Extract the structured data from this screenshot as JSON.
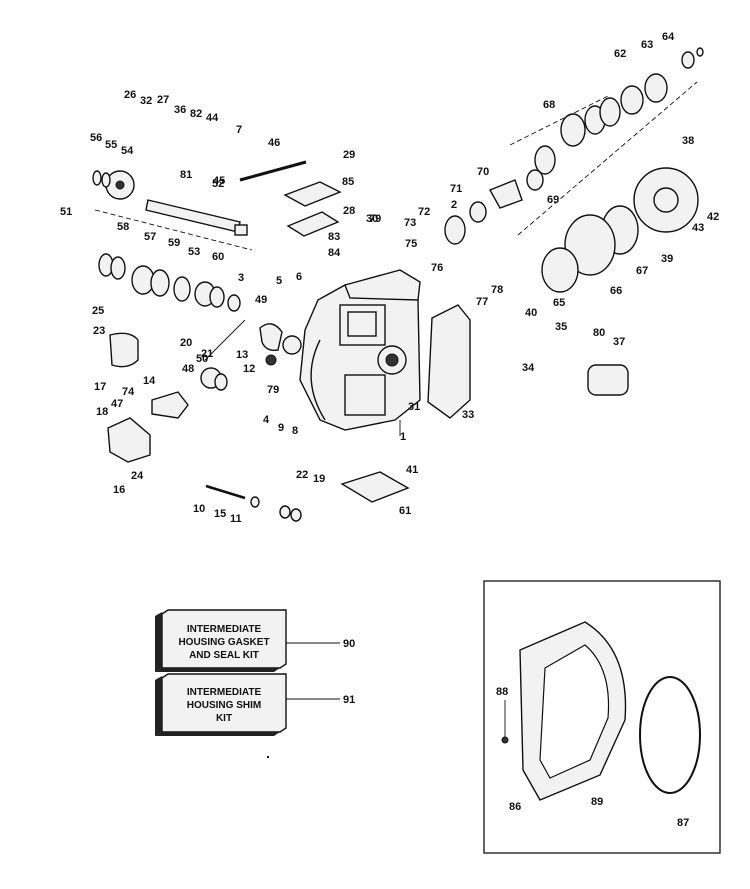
{
  "callouts": [
    "1",
    "2",
    "3",
    "4",
    "5",
    "6",
    "7",
    "8",
    "9",
    "10",
    "11",
    "12",
    "13",
    "14",
    "15",
    "16",
    "17",
    "18",
    "19",
    "20",
    "21",
    "22",
    "23",
    "24",
    "25",
    "26",
    "27",
    "28",
    "29",
    "30",
    "31",
    "32",
    "33",
    "34",
    "35",
    "36",
    "37",
    "38",
    "39",
    "40",
    "41",
    "42",
    "43",
    "44",
    "45",
    "46",
    "47",
    "48",
    "49",
    "50",
    "51",
    "52",
    "53",
    "54",
    "55",
    "56",
    "57",
    "58",
    "59",
    "60",
    "61",
    "62",
    "63",
    "64",
    "65",
    "66",
    "67",
    "68",
    "69",
    "70",
    "71",
    "72",
    "73",
    "74",
    "75",
    "76",
    "77",
    "78",
    "79",
    "79",
    "80",
    "81",
    "82",
    "83",
    "84",
    "85",
    "86",
    "87",
    "88",
    "89",
    "90",
    "91"
  ],
  "kits": {
    "gasket_kit": {
      "line1": "INTERMEDIATE",
      "line2": "HOUSING GASKET",
      "line3": "AND SEAL KIT",
      "number": "90"
    },
    "shim_kit": {
      "line1": "INTERMEDIATE",
      "line2": "HOUSING SHIM",
      "line3": "KIT",
      "number": "91"
    }
  },
  "inset_callouts": [
    "86",
    "87",
    "88",
    "89"
  ]
}
